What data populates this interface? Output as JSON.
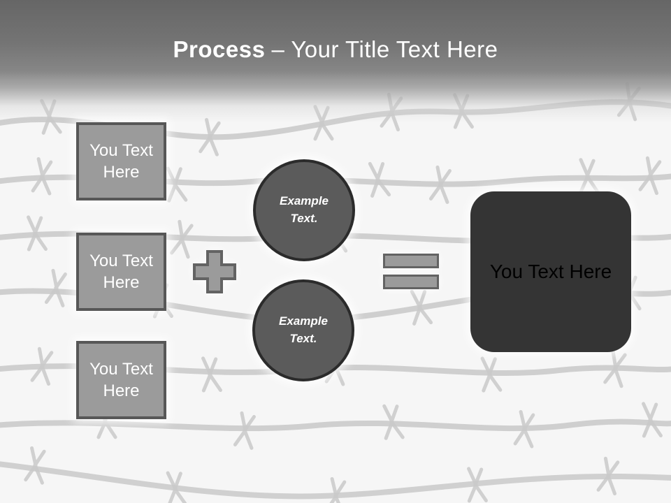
{
  "header": {
    "title_emphasis": "Process",
    "title_separator": "–",
    "title_rest": "Your Title Text Here"
  },
  "left_boxes": [
    {
      "label": "You Text Here"
    },
    {
      "label": "You Text Here"
    },
    {
      "label": "You Text Here"
    }
  ],
  "operators": [
    {
      "icon": "plus-icon"
    },
    {
      "icon": "equals-icon"
    }
  ],
  "circles": [
    {
      "label": "Example Text."
    },
    {
      "label": "Example Text."
    }
  ],
  "result_box": {
    "label": "You Text Here"
  },
  "colors": {
    "banner_top": "#666666",
    "background": "#f6f6f6",
    "shape_fill": "#9b9b9b",
    "shape_border": "#575757",
    "circle_fill": "#5b5b5b",
    "circle_border": "#2b2b2b",
    "result_fill": "#343434",
    "title_text": "#ffffff",
    "box_text": "#ffffff",
    "result_text": "#000000",
    "wire": "#c9c9c9"
  }
}
